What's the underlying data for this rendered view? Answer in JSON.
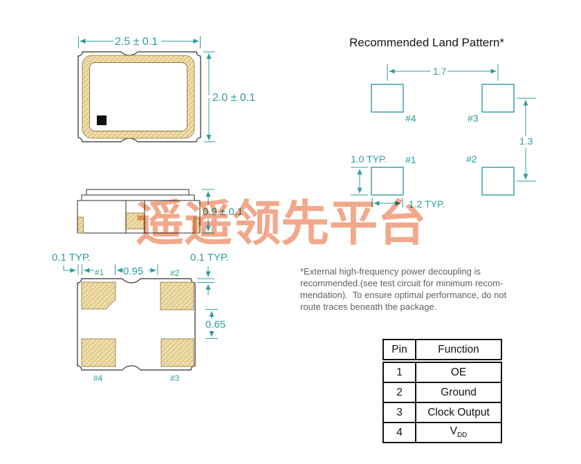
{
  "watermark": {
    "text": "遥遥领先平台",
    "color": "#f2a88a"
  },
  "palette": {
    "dimension_teal": "#2d9c9e",
    "pad_tan": "#eedda8",
    "hatch_line": "#c9a96a",
    "outline_black": "#2a2a2a",
    "note_gray": "#5f5f5f"
  },
  "views": {
    "top": {
      "width_dim": "2.5 ± 0.1",
      "height_dim": "2.0 ± 0.1"
    },
    "side": {
      "height_dim": "0.9 ± 0.1"
    },
    "bottom": {
      "left_gap_dim": "0.1 TYP.",
      "top_gap_dim": "0.1 TYP.",
      "pad_gap_dim": "0.95",
      "row_gap_dim": "0.65",
      "labels": {
        "p1": "#1",
        "p2": "#2",
        "p3": "#3",
        "p4": "#4"
      }
    }
  },
  "land_pattern": {
    "title": "Recommended Land Pattern*",
    "pitch_x_dim": "1.7",
    "pitch_y_dim": "1.3",
    "pad_height_dim": "1.0 TYP.",
    "pad_width_dim": "1.2 TYP.",
    "labels": {
      "p1": "#1",
      "p2": "#2",
      "p3": "#3",
      "p4": "#4"
    }
  },
  "note": {
    "text": "*External high-frequency power decoupling is\nrecommended.(see test circuit for minimum recom-\nmendation).  To ensure optimal performance, do not\nroute traces beneath the package."
  },
  "pin_table": {
    "header": {
      "pin": "Pin",
      "function": "Function"
    },
    "rows": [
      {
        "pin": "1",
        "function": "OE"
      },
      {
        "pin": "2",
        "function": "Ground"
      },
      {
        "pin": "3",
        "function": "Clock Output"
      },
      {
        "pin": "4",
        "function_base": "V",
        "function_sub": "DD"
      }
    ]
  }
}
